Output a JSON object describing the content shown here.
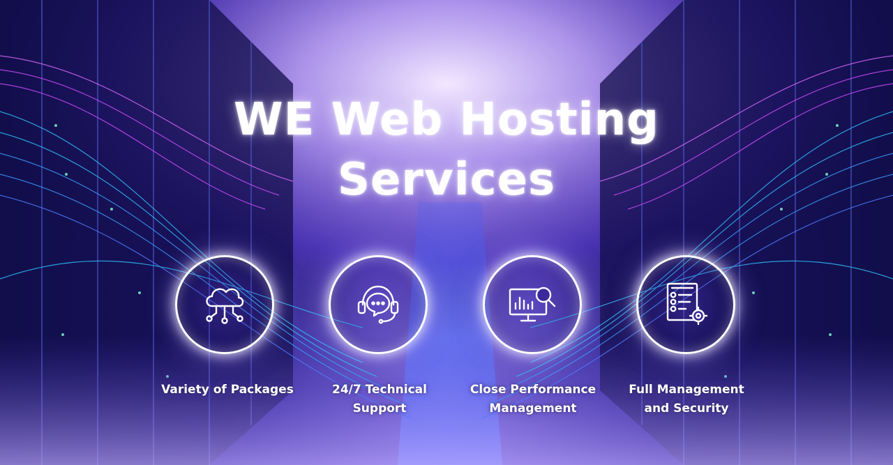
{
  "hero": {
    "title_line1": "WE Web Hosting",
    "title_line2": "Services"
  },
  "features": [
    {
      "label_line1": "Variety of Packages",
      "label_line2": "",
      "icon": "cloud-network-icon"
    },
    {
      "label_line1": "24/7 Technical",
      "label_line2": "Support",
      "icon": "headset-chat-icon"
    },
    {
      "label_line1": "Close Performance",
      "label_line2": "Management",
      "icon": "monitor-analytics-icon"
    },
    {
      "label_line1": "Full Management",
      "label_line2": "and Security",
      "icon": "checklist-gear-icon"
    }
  ],
  "colors": {
    "background": "#1a1250",
    "accent_purple": "#8a5cff",
    "accent_cyan": "#2fb6ff",
    "text": "#ffffff"
  }
}
